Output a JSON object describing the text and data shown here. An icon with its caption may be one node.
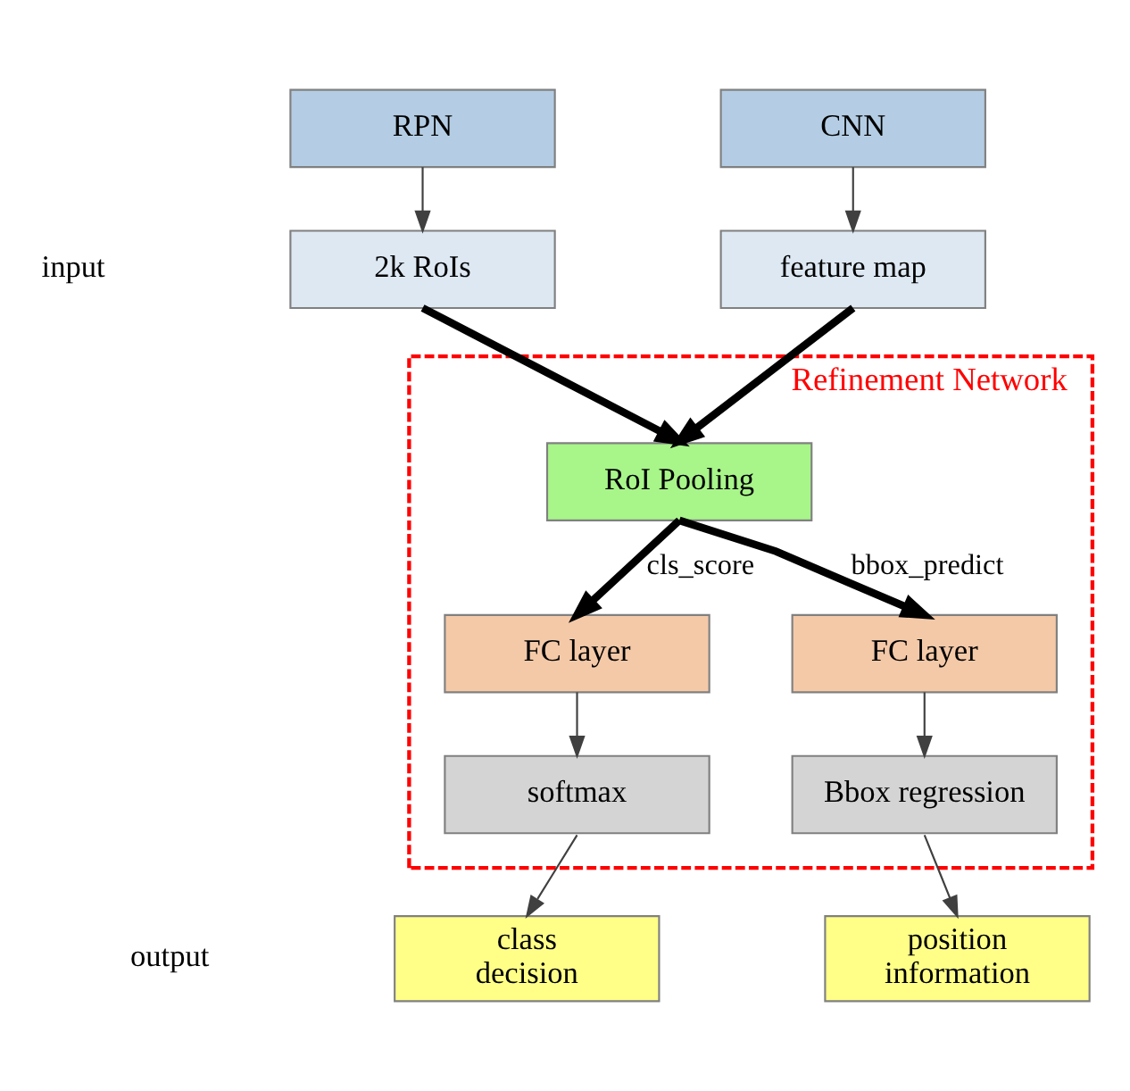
{
  "diagram": {
    "nodes": [
      {
        "text": [
          "RPN"
        ]
      },
      {
        "text": [
          "CNN"
        ]
      },
      {
        "text": [
          "2k RoIs"
        ]
      },
      {
        "text": [
          "feature map"
        ]
      },
      {
        "text": [
          "Refinement Network"
        ]
      },
      {
        "text": [
          "RoI Pooling"
        ],
        "in": 4
      },
      {
        "text": [
          "FC layer"
        ],
        "in": 4
      },
      {
        "text": [
          "FC layer"
        ],
        "in": 4
      },
      {
        "text": [
          "softmax"
        ],
        "in": 4
      },
      {
        "text": [
          "Bbox regression"
        ],
        "in": 4
      },
      {
        "text": [
          "class decision"
        ]
      },
      {
        "text": [
          "position information"
        ]
      }
    ],
    "edges": [
      {
        "from": 0,
        "to": 2,
        "arrow": "to"
      },
      {
        "from": 1,
        "to": 3,
        "arrow": "to"
      },
      {
        "from": 2,
        "to": 5,
        "arrow": "to",
        "style": "thick",
        "color": "#000000"
      },
      {
        "from": 3,
        "to": 5,
        "arrow": "to",
        "style": "thick",
        "color": "#000000"
      },
      {
        "from": 5,
        "to": 6,
        "arrow": "to",
        "label": "cls_score",
        "style": "thick",
        "color": "#000000"
      },
      {
        "from": 5,
        "to": 7,
        "arrow": "to",
        "label": "bbox_predict",
        "style": "thick",
        "color": "#000000"
      },
      {
        "from": 6,
        "to": 8,
        "arrow": "to"
      },
      {
        "from": 7,
        "to": 9,
        "arrow": "to"
      },
      {
        "from": 8,
        "to": 10,
        "arrow": "to"
      },
      {
        "from": 9,
        "to": 11,
        "arrow": "to"
      }
    ],
    "labels": [
      "input",
      "output"
    ]
  }
}
